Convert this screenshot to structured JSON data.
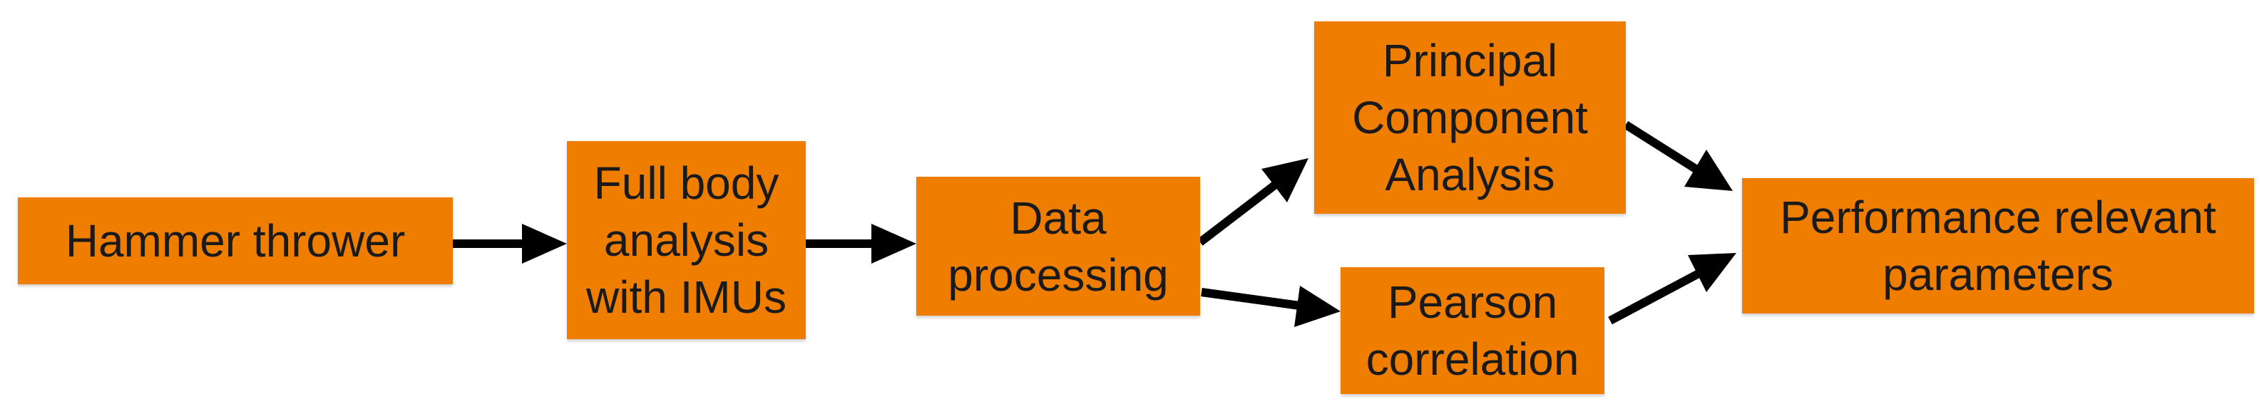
{
  "colors": {
    "node_fill": "#EE7D00",
    "text": "#1a1a1a",
    "arrow": "#000000"
  },
  "nodes": {
    "hammer_thrower": {
      "lines": [
        "Hammer thrower"
      ]
    },
    "full_body": {
      "lines": [
        "Full body",
        "analysis",
        "with IMUs"
      ]
    },
    "data_processing": {
      "lines": [
        "Data",
        "processing"
      ]
    },
    "pca": {
      "lines": [
        "Principal",
        "Component",
        "Analysis"
      ]
    },
    "pearson": {
      "lines": [
        "Pearson",
        "correlation"
      ]
    },
    "performance": {
      "lines": [
        "Performance relevant",
        "parameters"
      ]
    }
  }
}
